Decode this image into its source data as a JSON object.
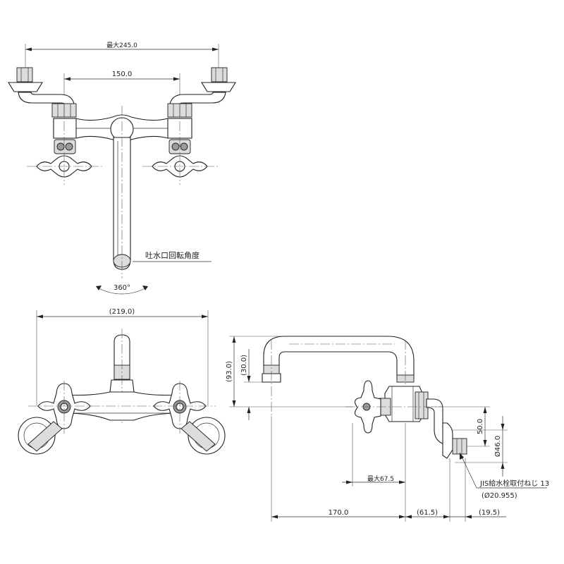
{
  "dimensions": {
    "top_max_width": "最大245.0",
    "top_center_distance": "150.0",
    "front_width": "(219.0)",
    "side_height_total": "(93.0)",
    "side_height_spout": "(30.0)",
    "side_max_depth": "最大67.5",
    "side_spout_reach": "170.0",
    "side_offset_a": "(61.5)",
    "side_offset_b": "(19.5)",
    "side_height_50": "50.0",
    "side_diameter_46": "Ø46.0"
  },
  "labels": {
    "spout_rotation_title": "吐水口回転角度",
    "spout_rotation_angle": "360°",
    "jis_thread": "JIS給水栓取付ねじ 13",
    "jis_thread_diameter": "(Ø20.955)"
  }
}
